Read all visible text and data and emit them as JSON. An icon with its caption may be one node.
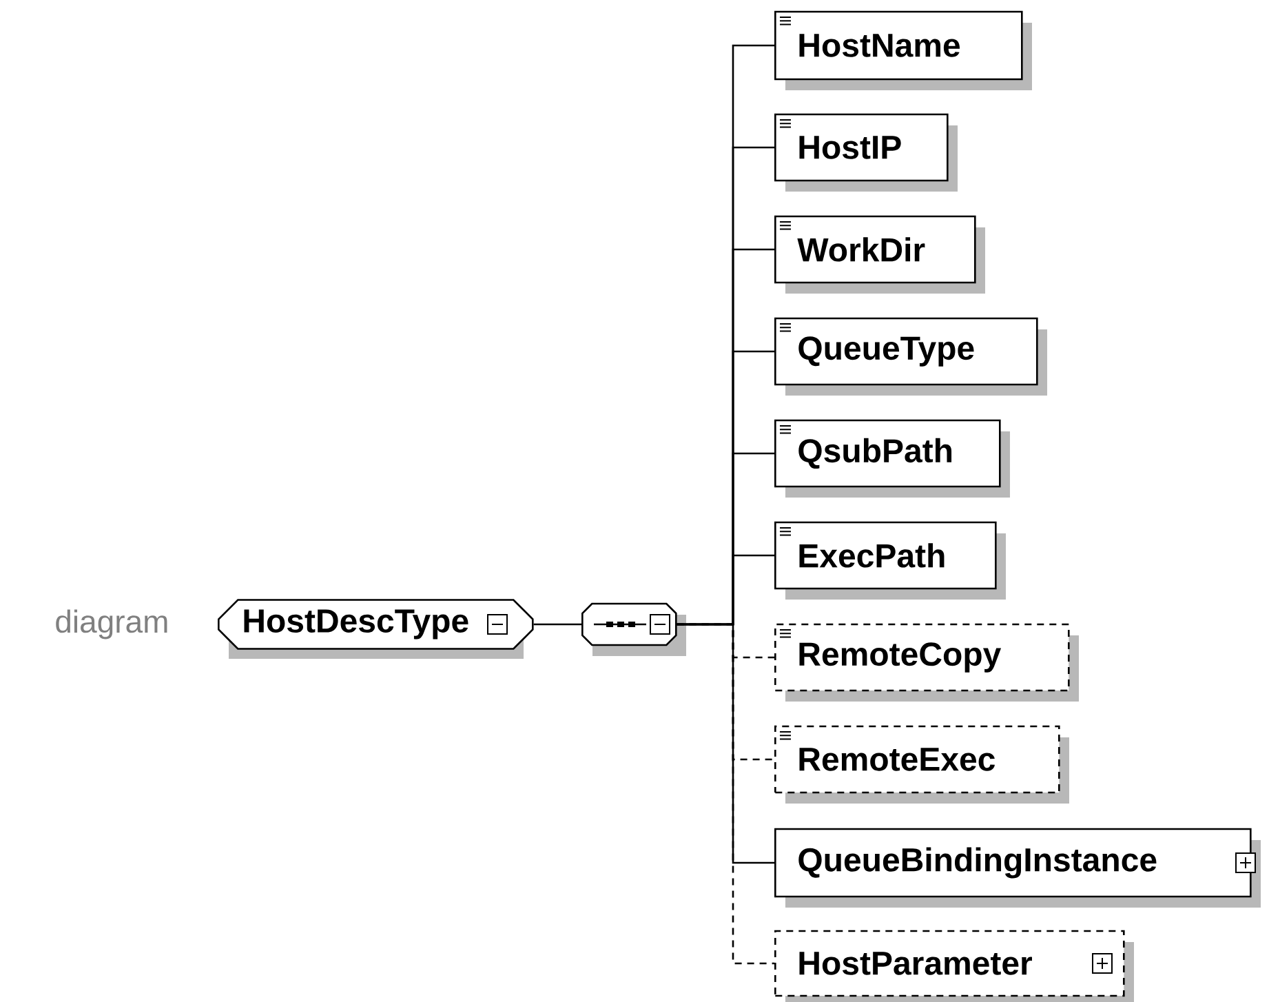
{
  "diagram": {
    "nodes": [
      {
        "text": [
          "HostDescType"
        ]
      },
      {
        "text": [],
        "shape": "octagon"
      },
      {
        "text": [
          "HostName"
        ]
      },
      {
        "text": [
          "HostIP"
        ]
      },
      {
        "text": [
          "WorkDir"
        ]
      },
      {
        "text": [
          "QueueType"
        ]
      },
      {
        "text": [
          "QsubPath"
        ]
      },
      {
        "text": [
          "ExecPath"
        ]
      },
      {
        "text": [
          "RemoteCopy"
        ]
      },
      {
        "text": [
          "RemoteExec"
        ]
      },
      {
        "text": [
          "QueueBindingInstance"
        ]
      },
      {
        "text": [
          "HostParameter"
        ]
      }
    ],
    "edges": [
      {
        "from": 0,
        "to": 1,
        "arrow": "none"
      },
      {
        "from": 1,
        "to": 2,
        "arrow": "none"
      },
      {
        "from": 1,
        "to": 3,
        "arrow": "none"
      },
      {
        "from": 1,
        "to": 4,
        "arrow": "none"
      },
      {
        "from": 1,
        "to": 5,
        "arrow": "none"
      },
      {
        "from": 1,
        "to": 6,
        "arrow": "none"
      },
      {
        "from": 1,
        "to": 7,
        "arrow": "none"
      },
      {
        "from": 1,
        "to": 8,
        "arrow": "none",
        "style": "dashed"
      },
      {
        "from": 1,
        "to": 9,
        "arrow": "none",
        "style": "dashed"
      },
      {
        "from": 1,
        "to": 10,
        "arrow": "none"
      },
      {
        "from": 1,
        "to": 11,
        "arrow": "none",
        "style": "dashed"
      }
    ],
    "labels": [
      "diagram"
    ]
  }
}
